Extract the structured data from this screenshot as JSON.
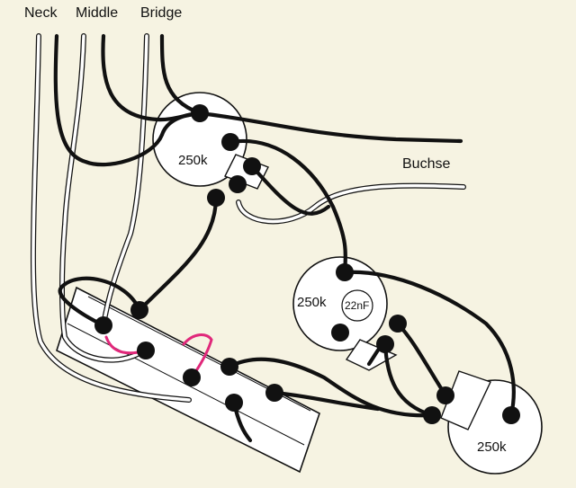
{
  "pickup_labels": {
    "neck": "Neck",
    "middle": "Middle",
    "bridge": "Bridge"
  },
  "output_label": "Buchse",
  "pots": {
    "volume": "250k",
    "tone1": "250k",
    "tone2": "250k"
  },
  "capacitor": "22nF",
  "colors": {
    "background": "#f6f3e2",
    "wire_dark": "#111111",
    "wire_light": "#ffffff",
    "jumper": "#e0287a"
  }
}
